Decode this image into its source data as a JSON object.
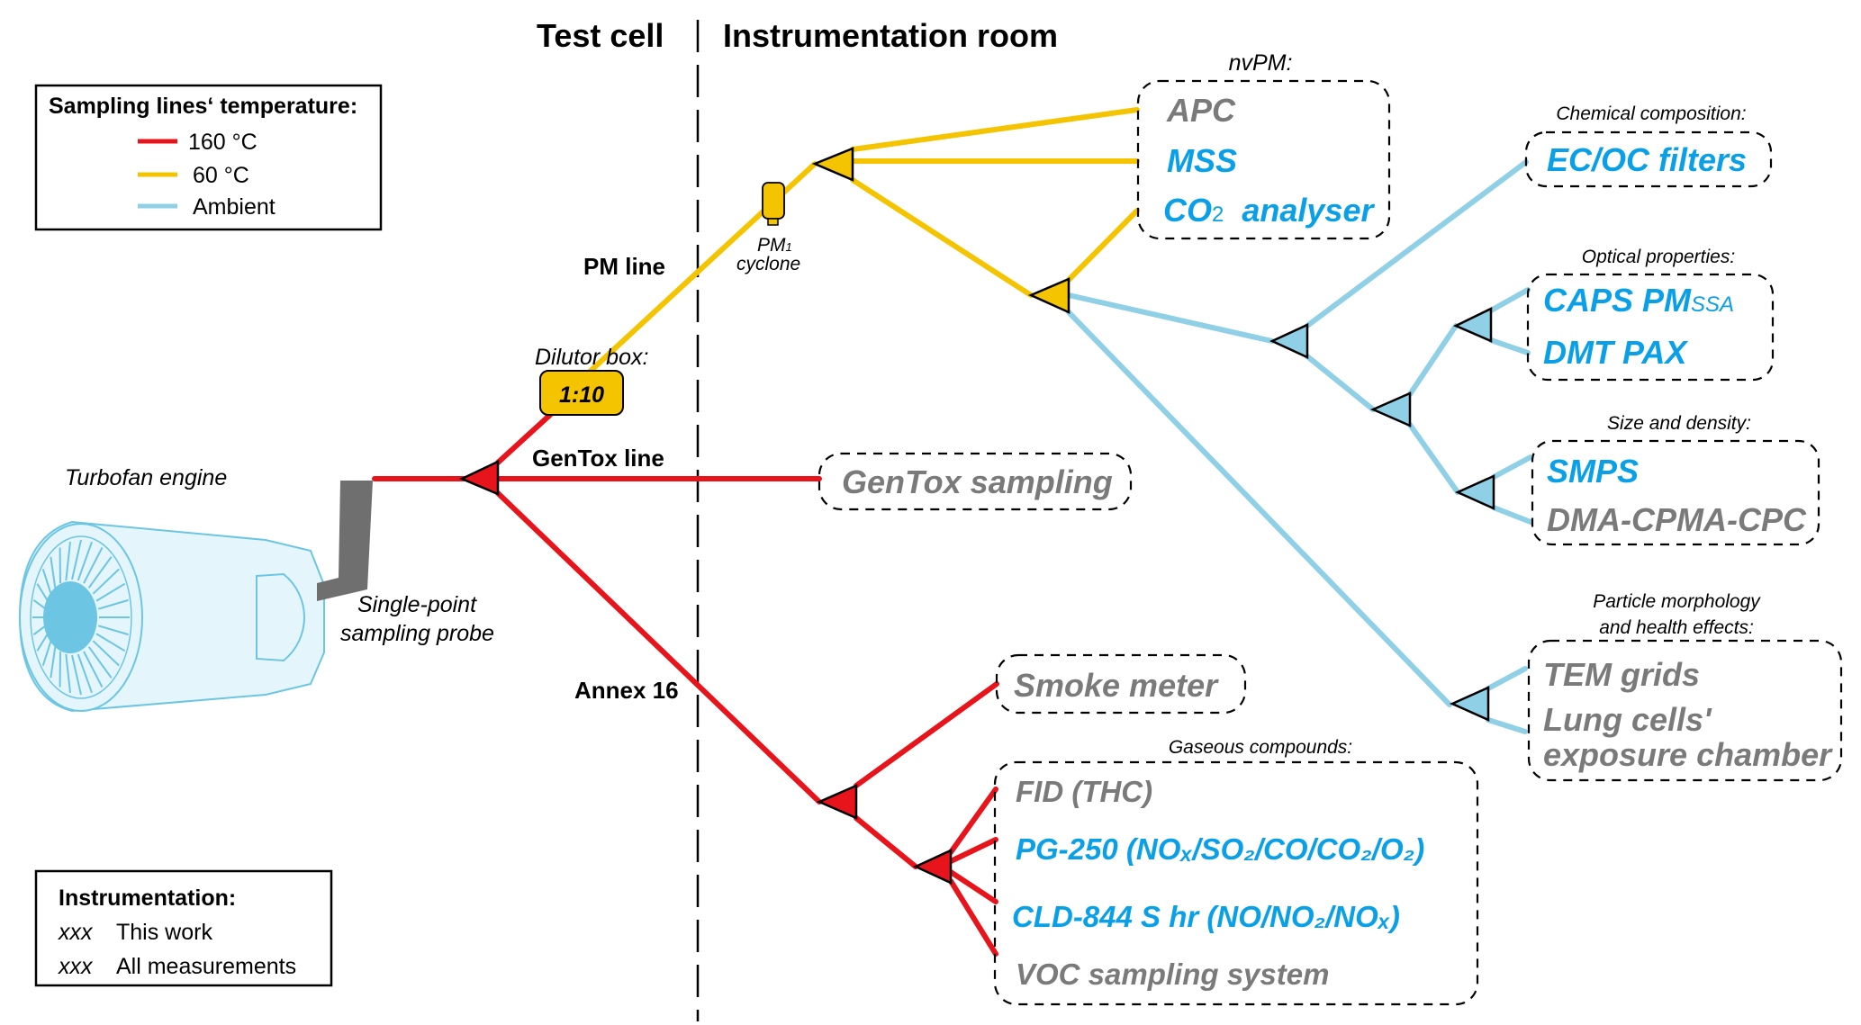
{
  "colors": {
    "hot_line": "#e8141c",
    "warm_line": "#f5c400",
    "ambient_line": "#8fd0e6",
    "this_work": "#0aa0e8",
    "all_measurements": "#7a7a7a",
    "probe": "#6f6f6f",
    "engine_fill": "#e4f5fb",
    "engine_stroke": "#6cc6e3",
    "engine_core": "#6cc6e3"
  },
  "header": {
    "test_cell": "Test cell",
    "instrumentation_room": "Instrumentation room"
  },
  "legend_temperature": {
    "title": "Sampling lines‘ temperature:",
    "items": [
      {
        "label": "160 °C",
        "line": "hot_line"
      },
      {
        "label": "60 °C",
        "line": "warm_line"
      },
      {
        "label": "Ambient",
        "line": "ambient_line"
      }
    ]
  },
  "legend_instrumentation": {
    "title": "Instrumentation:",
    "items": [
      {
        "marker": "xxx",
        "label": "This work",
        "style": "this_work"
      },
      {
        "marker": "xxx",
        "label": "All measurements",
        "style": "all_measurements"
      }
    ]
  },
  "sources": {
    "engine_label": "Turbofan engine",
    "probe_label_line1": "Single-point",
    "probe_label_line2": "sampling probe"
  },
  "lines": {
    "pm_line": "PM line",
    "gentox_line": "GenTox line",
    "annex16": "Annex 16"
  },
  "components": {
    "dilutor_label": "Dilutor box:",
    "dilutor_ratio": "1:10",
    "cyclone_label_line1": "PM",
    "cyclone_label_sub": "1",
    "cyclone_label_line2": "cyclone"
  },
  "groups": {
    "nvpm": {
      "title": "nvPM:",
      "items": [
        {
          "text": "APC",
          "style": "all_measurements"
        },
        {
          "text": "MSS",
          "style": "this_work"
        },
        {
          "text": "CO",
          "sub": "2",
          "rest": "  analyser",
          "style": "this_work"
        }
      ]
    },
    "gentox": {
      "items": [
        {
          "text": "GenTox sampling",
          "style": "all_measurements"
        }
      ]
    },
    "chemical": {
      "title": "Chemical composition:",
      "items": [
        {
          "text": "EC/OC filters",
          "style": "this_work"
        }
      ]
    },
    "optical": {
      "title": "Optical properties:",
      "items": [
        {
          "text": "CAPS PM",
          "sub": "SSA",
          "style": "this_work"
        },
        {
          "text": "DMT PAX",
          "style": "this_work"
        }
      ]
    },
    "size": {
      "title": "Size and density:",
      "items": [
        {
          "text": "SMPS",
          "style": "this_work"
        },
        {
          "text": "DMA-CPMA-CPC",
          "style": "all_measurements"
        }
      ]
    },
    "morphology": {
      "title_line1": "Particle morphology",
      "title_line2": "and health effects:",
      "items": [
        {
          "text": "TEM grids",
          "style": "all_measurements"
        },
        {
          "text": "Lung cells'",
          "style": "all_measurements"
        },
        {
          "text": "exposure chamber",
          "style": "all_measurements"
        }
      ]
    },
    "smoke": {
      "items": [
        {
          "text": "Smoke meter",
          "style": "all_measurements"
        }
      ]
    },
    "gaseous": {
      "title": "Gaseous compounds:",
      "items": [
        {
          "text": "FID (THC)",
          "style": "all_measurements"
        },
        {
          "text": "PG-250 (NOₓ/SO₂/CO/CO₂/O₂)",
          "style": "this_work"
        },
        {
          "text": "CLD-844 S hr (NO/NO₂/NOₓ)",
          "style": "this_work"
        },
        {
          "text": "VOC sampling system",
          "style": "all_measurements"
        }
      ]
    }
  }
}
